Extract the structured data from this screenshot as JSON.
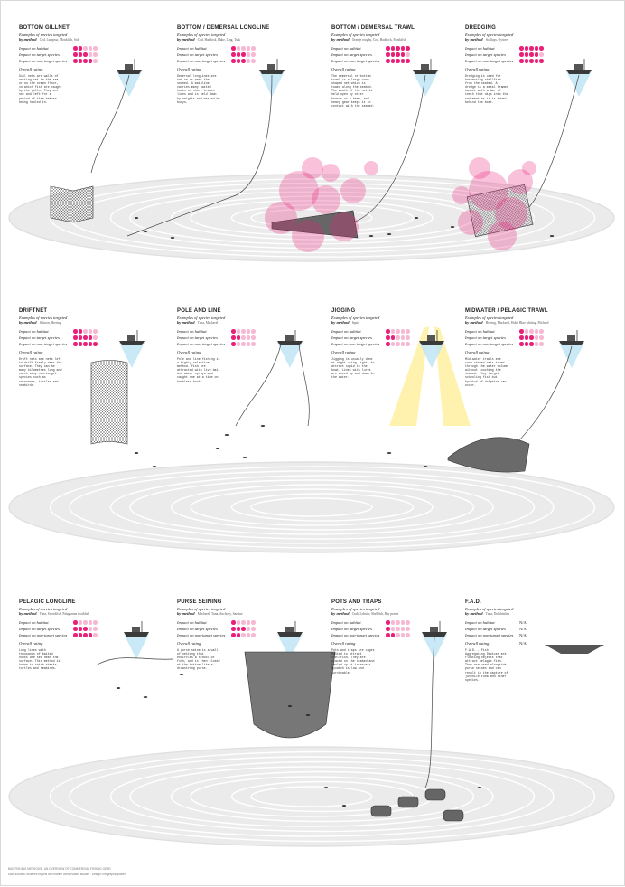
{
  "labels": {
    "species": "Examples of species targeted",
    "by_method": "by method",
    "impact_habitat": "Impact on habitat",
    "impact_target": "Impact on target species",
    "impact_nontarget": "Impact on non-target species",
    "overall": "Overall rating"
  },
  "colors": {
    "accent": "#e8207a",
    "accent_light": "#f6b8d2",
    "seabed": "#e6e6e6"
  },
  "panels": [
    {
      "id": "bottom-gillnet",
      "title": "BOTTOM GILLNET",
      "species": "Cod, Lumpsur, Monkfish, Sole",
      "ratings": [
        2,
        3,
        4
      ],
      "text": "Gill nets are walls of netting set in the sea or on the ocean floor, in which fish are caught by the gills. They are set and left for a period of time before being hauled in."
    },
    {
      "id": "bottom-longline",
      "title": "BOTTOM / DEMERSAL LONGLINE",
      "species": "Cod, Haddock, Hake, Ling, Tusk",
      "ratings": [
        1,
        3,
        3
      ],
      "text": "Demersal longlines are set on or near the seabed. A mainline carries many baited hooks on short branch lines and is held down by weights and marked by buoys."
    },
    {
      "id": "bottom-trawl",
      "title": "BOTTOM / DEMERSAL TRAWL",
      "species": "Orange roughy, Cod, Haddock, Monkfish",
      "ratings": [
        5,
        4,
        5
      ],
      "text": "The demersal or bottom trawl is a large cone shaped net which is towed along the seabed. The mouth of the net is held open by otter boards or a beam, and heavy gear keeps it in contact with the seabed."
    },
    {
      "id": "dredging",
      "title": "DREDGING",
      "species": "Scallops, Oysters",
      "ratings": [
        5,
        4,
        5
      ],
      "text": "Dredging is used for harvesting shellfish from the seabed. A dredge is a metal framed basket with a bar of teeth that digs into the sediment as it is towed behind the boat."
    },
    {
      "id": "driftnet",
      "title": "DRIFTNET",
      "species": "Salmon, Herring",
      "ratings": [
        2,
        4,
        5
      ],
      "text": "Drift nets are nets left to drift freely near the surface. They can be many kilometres long and catch many non-target species such as cetaceans, turtles and seabirds."
    },
    {
      "id": "pole-and-line",
      "title": "POLE AND LINE",
      "species": "Tuna, Mackerel",
      "ratings": [
        1,
        2,
        1
      ],
      "text": "Pole and line fishing is a highly selective method. Fish are attracted with live bait and water sprays and caught one at a time on barbless hooks."
    },
    {
      "id": "jigging",
      "title": "JIGGING",
      "species": "Squid",
      "ratings": [
        1,
        2,
        1
      ],
      "text": "Jigging is usually done at night using lights to attract squid to the boat. Lines with lures are moved up and down in the water."
    },
    {
      "id": "midwater-trawl",
      "title": "MIDWATER / PELAGIC TRAWL",
      "species": "Herring, Mackerel, Hoki, Blue whiting, Pilchard",
      "ratings": [
        1,
        3,
        3
      ],
      "text": "Mid-water trawls are cone shaped nets towed through the water column without touching the seabed. They target schooling fish but bycatch of dolphins can occur."
    },
    {
      "id": "pelagic-longline",
      "title": "PELAGIC LONGLINE",
      "species": "Tuna, Swordfish, Patagonian toothfish",
      "ratings": [
        1,
        3,
        4
      ],
      "text": "Long lines with thousands of baited hooks are set near the surface. This method is known to catch sharks, turtles and seabirds."
    },
    {
      "id": "purse-seining",
      "title": "PURSE SEINING",
      "species": "Mackerel, Tuna, Anchovy, Sardine",
      "ratings": [
        1,
        3,
        2
      ],
      "text": "A purse seine is a wall of netting that encircles a school of fish, and is then closed at the bottom like a drawstring purse."
    },
    {
      "id": "pots-and-traps",
      "title": "POTS AND TRAPS",
      "species": "Crab, Lobster, Shellfish, Bay prawn",
      "ratings": [
        1,
        1,
        2
      ],
      "text": "Pots and traps are cages baited to attract shellfish. They are placed on the seabed and hauled up at intervals. Bycatch is low and survivable."
    },
    {
      "id": "fad",
      "title": "F.A.D.",
      "species": "Tuna, Dolphinfish",
      "ratings": [],
      "na": [
        "N/A",
        "N/A",
        "N/A",
        "N/A"
      ],
      "text": "F.A.D. - Fish Aggregating Devices are floating objects that attract pelagic fish. They are used alongside purse seines and can result in the capture of juvenile tuna and other species."
    }
  ],
  "footer": {
    "line1": "BAD FISHING METHODS · AN OVERVIEW OF COMMERCIAL FISHING GEAR",
    "line2": "Data sources: fisheries reports and marine conservation studies · Design: infographic poster"
  }
}
